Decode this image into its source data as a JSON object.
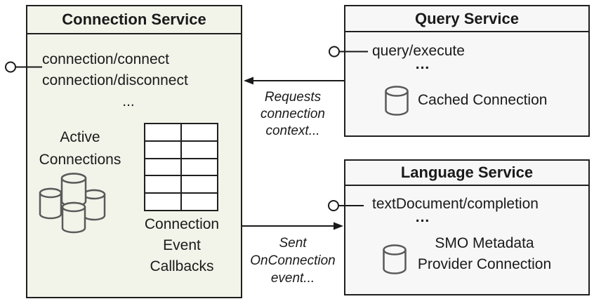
{
  "colors": {
    "connection_fill": "#f2f4ea",
    "service_fill": "#f7f7f7",
    "border": "#1f1f1f",
    "text": "#1a1a1a",
    "icon_stroke": "#595959"
  },
  "connection_service": {
    "title": "Connection Service",
    "method_1": "connection/connect",
    "method_2": "connection/disconnect",
    "ellipsis": "...",
    "active_connections": {
      "line1": "Active",
      "line2": "Connections"
    },
    "callbacks": {
      "line1": "Connection",
      "line2": "Event",
      "line3": "Callbacks"
    },
    "table": {
      "rows": 5,
      "cols": 2
    }
  },
  "query_service": {
    "title": "Query Service",
    "method": "query/execute",
    "ellipsis": "...",
    "cache_label": "Cached Connection"
  },
  "language_service": {
    "title": "Language Service",
    "method": "textDocument/completion",
    "ellipsis": "...",
    "cache_label": {
      "line1": "SMO Metadata",
      "line2": "Provider Connection"
    }
  },
  "arrows": {
    "requests_connection_context": {
      "line1": "Requests",
      "line2": "connection",
      "line3": "context..."
    },
    "sent_on_connection": {
      "line1": "Sent",
      "line2": "OnConnection",
      "line3": "event..."
    }
  },
  "icons": {
    "database_cluster": "database-cluster-icon",
    "database_cylinder": "database-cylinder-icon",
    "lollipop": "interface-lollipop-icon",
    "table": "callbacks-table-icon"
  }
}
